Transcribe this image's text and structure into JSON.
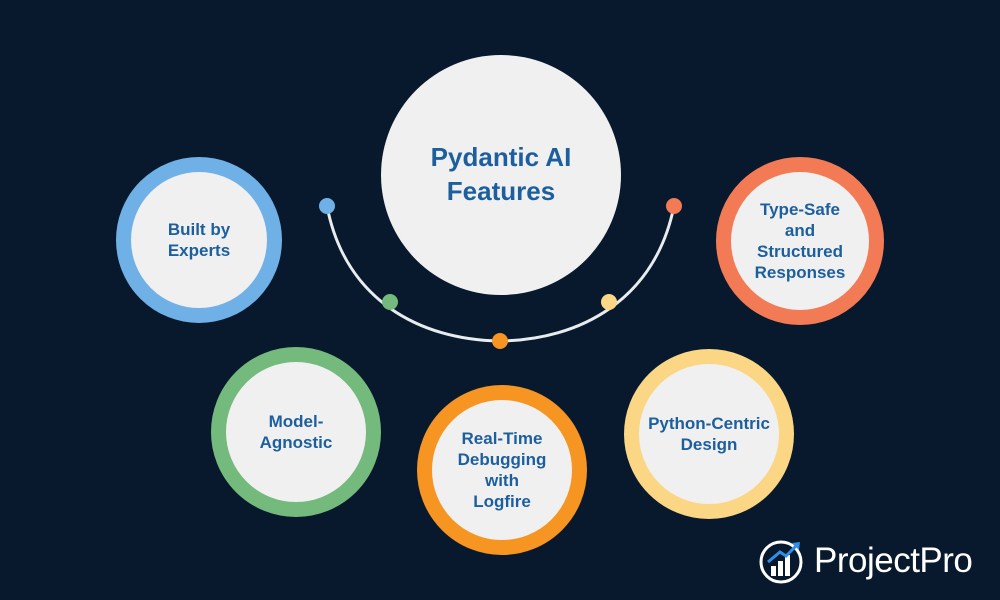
{
  "diagram": {
    "center": {
      "title": "Pydantic AI\nFeatures"
    },
    "features": [
      {
        "label": "Built by\nExperts",
        "color": "#6fb1e7"
      },
      {
        "label": "Type-Safe\nand\nStructured\nResponses",
        "color": "#f27b56"
      },
      {
        "label": "Model-\nAgnostic",
        "color": "#74ba7c"
      },
      {
        "label": "Real-Time\nDebugging\nwith\nLogfire",
        "color": "#f69522"
      },
      {
        "label": "Python-Centric\nDesign",
        "color": "#fbd685"
      }
    ],
    "connector_dots": [
      "#6fb1e7",
      "#74ba7c",
      "#f69522",
      "#fbd685",
      "#f27b56"
    ]
  },
  "brand": {
    "name": "ProjectPro",
    "icon": "chart-logo-icon"
  },
  "colors": {
    "background": "#08192d",
    "circle_fill": "#f0f0f0",
    "text": "#1d5f9e"
  }
}
